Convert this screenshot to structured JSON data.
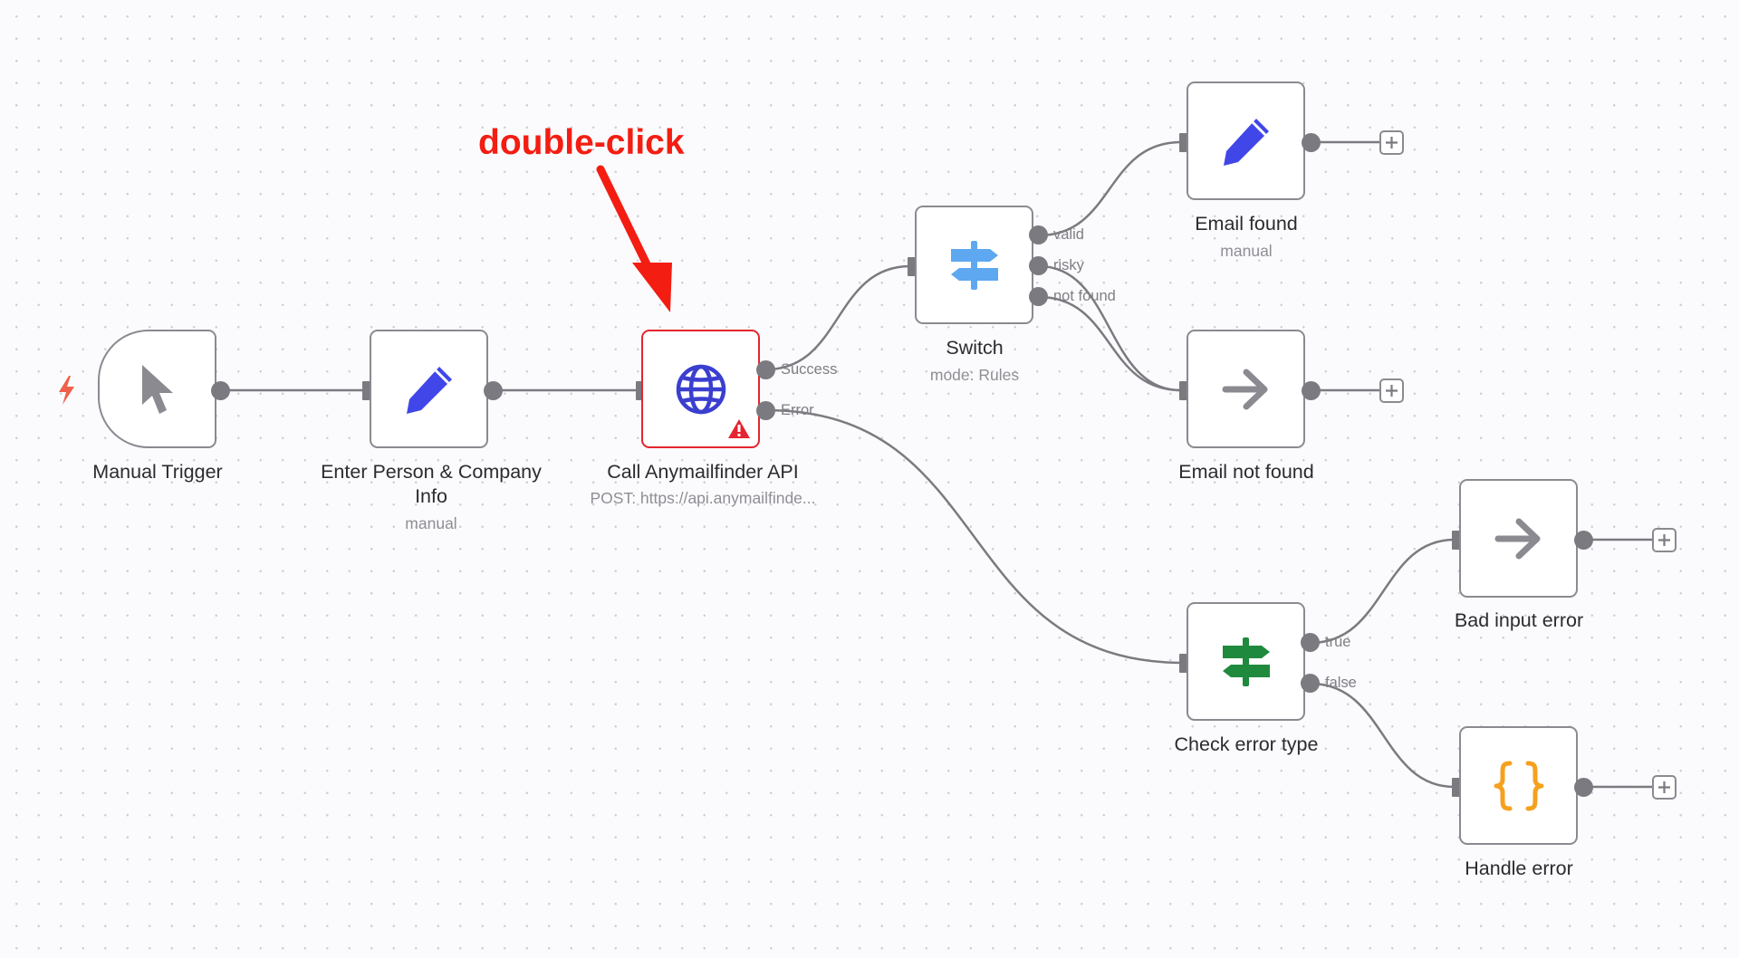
{
  "annotation": {
    "text": "double-click",
    "color": "#f41d12"
  },
  "colors": {
    "edge": "#7a7a80",
    "node_border": "#8a8a90",
    "selected_border": "#e5252f",
    "pencil_blue": "#4046e8",
    "globe_blue": "#3a3fd0",
    "switch_light_blue": "#5da8f0",
    "switch_green": "#1f8a3e",
    "code_orange": "#f5a11f",
    "warning_red": "#e5252f",
    "trigger_bolt": "#f0604a"
  },
  "nodes": {
    "manual_trigger": {
      "label": "Manual Trigger",
      "icon": "cursor-arrow-icon"
    },
    "enter_info": {
      "label": "Enter Person & Company Info",
      "subtitle": "manual",
      "icon": "pencil-icon"
    },
    "call_api": {
      "label": "Call Anymailfinder API",
      "subtitle": "POST: https://api.anymailfinde...",
      "icon": "globe-icon",
      "warning_icon": "warning-triangle-icon"
    },
    "switch": {
      "label": "Switch",
      "subtitle": "mode: Rules",
      "icon": "signpost-icon"
    },
    "email_found": {
      "label": "Email found",
      "subtitle": "manual",
      "icon": "pencil-icon"
    },
    "email_not_found": {
      "label": "Email not found",
      "icon": "arrow-right-icon"
    },
    "check_error": {
      "label": "Check error type",
      "icon": "signpost-icon"
    },
    "bad_input": {
      "label": "Bad input error",
      "icon": "arrow-right-icon"
    },
    "handle_error": {
      "label": "Handle error",
      "icon": "curly-braces-icon"
    }
  },
  "ports": {
    "success": "Success",
    "error": "Error",
    "valid": "valid",
    "risky": "risky",
    "not_found": "not found",
    "true": "true",
    "false": "false"
  }
}
